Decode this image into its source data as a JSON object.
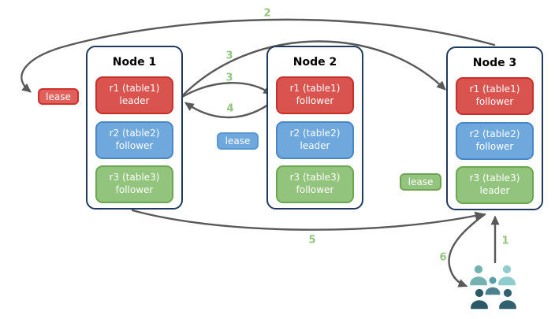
{
  "nodes": [
    {
      "title": "Node 1",
      "replicas": [
        {
          "line1": "r1 (table1)",
          "line2": "leader",
          "color": "red"
        },
        {
          "line1": "r2 (table2)",
          "line2": "follower",
          "color": "blue"
        },
        {
          "line1": "r3 (table3)",
          "line2": "follower",
          "color": "green"
        }
      ]
    },
    {
      "title": "Node 2",
      "replicas": [
        {
          "line1": "r1 (table1)",
          "line2": "follower",
          "color": "red"
        },
        {
          "line1": "r2 (table2)",
          "line2": "leader",
          "color": "blue"
        },
        {
          "line1": "r3 (table3)",
          "line2": "follower",
          "color": "green"
        }
      ]
    },
    {
      "title": "Node 3",
      "replicas": [
        {
          "line1": "r1 (table1)",
          "line2": "follower",
          "color": "red"
        },
        {
          "line1": "r2 (table2)",
          "line2": "follower",
          "color": "blue"
        },
        {
          "line1": "r3 (table3)",
          "line2": "leader",
          "color": "green"
        }
      ]
    }
  ],
  "leases": [
    {
      "label": "lease",
      "color": "red"
    },
    {
      "label": "lease",
      "color": "blue"
    },
    {
      "label": "lease",
      "color": "green"
    }
  ],
  "steps": {
    "s1": "1",
    "s2": "2",
    "s3a": "3",
    "s3b": "3",
    "s4": "4",
    "s5": "5",
    "s6": "6"
  },
  "icons": {
    "users": "users-group-icon"
  },
  "colors": {
    "replica_red": "#d9534f",
    "replica_red_border": "#c9302c",
    "replica_blue": "#6fa8dc",
    "replica_blue_border": "#4a86c8",
    "replica_green": "#93c47d",
    "replica_green_border": "#6aa84f",
    "node_border": "#20395c",
    "arrow": "#595959",
    "step_label": "#93c47d",
    "users_teal": "#74b1b1",
    "users_teal_light": "#8fcccc",
    "users_teal_mid": "#4d8795",
    "users_navy": "#2b5968"
  }
}
